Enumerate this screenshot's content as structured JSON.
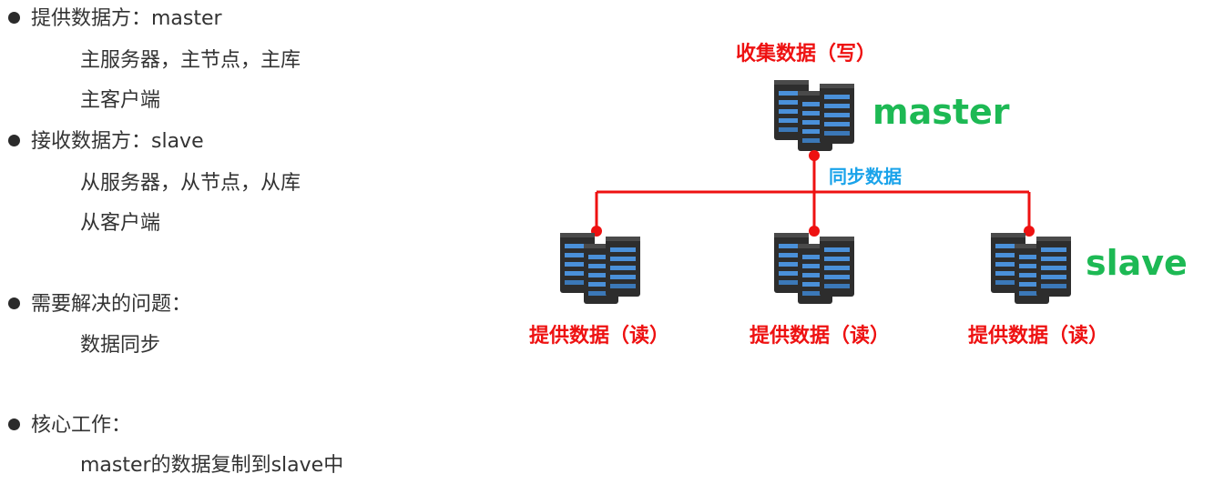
{
  "notes": [
    {
      "bullet": true,
      "text": "提供数据方：master"
    },
    {
      "bullet": false,
      "text": "主服务器，主节点，主库"
    },
    {
      "bullet": false,
      "text": "主客户端"
    },
    {
      "bullet": true,
      "text": "接收数据方：slave"
    },
    {
      "bullet": false,
      "text": "从服务器，从节点，从库"
    },
    {
      "bullet": false,
      "text": "从客户端"
    },
    {
      "bullet": true,
      "text": "需要解决的问题："
    },
    {
      "bullet": false,
      "text": "数据同步"
    },
    {
      "bullet": true,
      "text": "核心工作："
    },
    {
      "bullet": false,
      "text": "master的数据复制到slave中"
    }
  ],
  "diagram": {
    "master": {
      "top_label": "收集数据（写）",
      "name": "master"
    },
    "sync_label": "同步数据",
    "slave_name": "slave",
    "slaves": [
      {
        "label": "提供数据（读）"
      },
      {
        "label": "提供数据（读）"
      },
      {
        "label": "提供数据（读）"
      }
    ],
    "colors": {
      "link_red": "#ee1111",
      "sync_blue": "#1aa3ea",
      "role_green": "#1db954",
      "server_dark": "#2b2b2b"
    }
  }
}
